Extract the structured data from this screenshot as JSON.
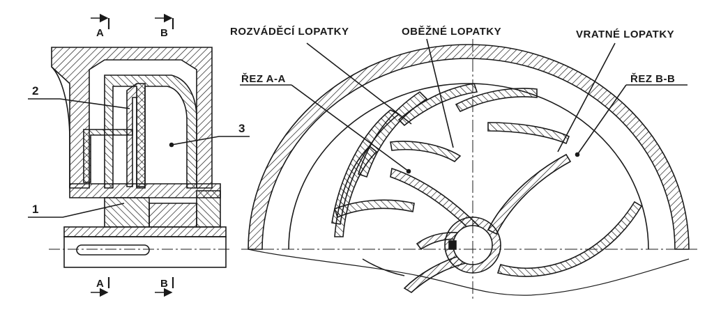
{
  "labels": {
    "rozvadeci": "ROZVÁDĚCÍ LOPATKY",
    "obezne": "OBĚŽNÉ LOPATKY",
    "vratne": "VRATNÉ LOPATKY",
    "rez_aa": "ŘEZ A-A",
    "rez_bb": "ŘEZ B-B"
  },
  "section_marks": {
    "top_a": "A",
    "top_b": "B",
    "bottom_a": "A",
    "bottom_b": "B"
  },
  "numbers": {
    "n1": "1",
    "n2": "2",
    "n3": "3"
  },
  "colors": {
    "ink": "#1a1a1a",
    "paper": "#ffffff"
  }
}
